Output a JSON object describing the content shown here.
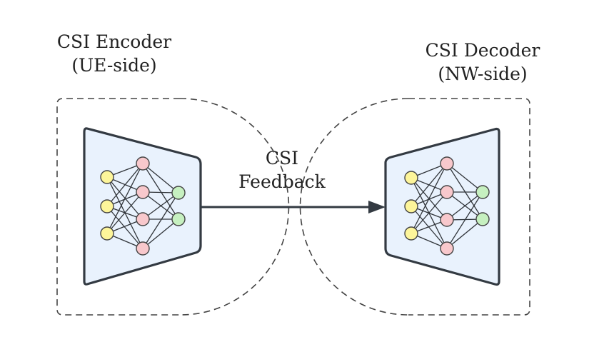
{
  "encoder": {
    "title_line1": "CSI Encoder",
    "title_line2": "(UE-side)"
  },
  "decoder": {
    "title_line1": "CSI Decoder",
    "title_line2": "(NW-side)"
  },
  "feedback": {
    "label_line1": "CSI",
    "label_line2": "Feedback"
  },
  "colors": {
    "outline": "#333a42",
    "block_fill": "#e9f2fd",
    "input_node": "#fdf59a",
    "hidden_node": "#f8c8cc",
    "output_node": "#c6f0c0",
    "dashed_border": "#444444"
  },
  "network": {
    "input_nodes": 3,
    "hidden_nodes": 4,
    "output_nodes": 2
  }
}
